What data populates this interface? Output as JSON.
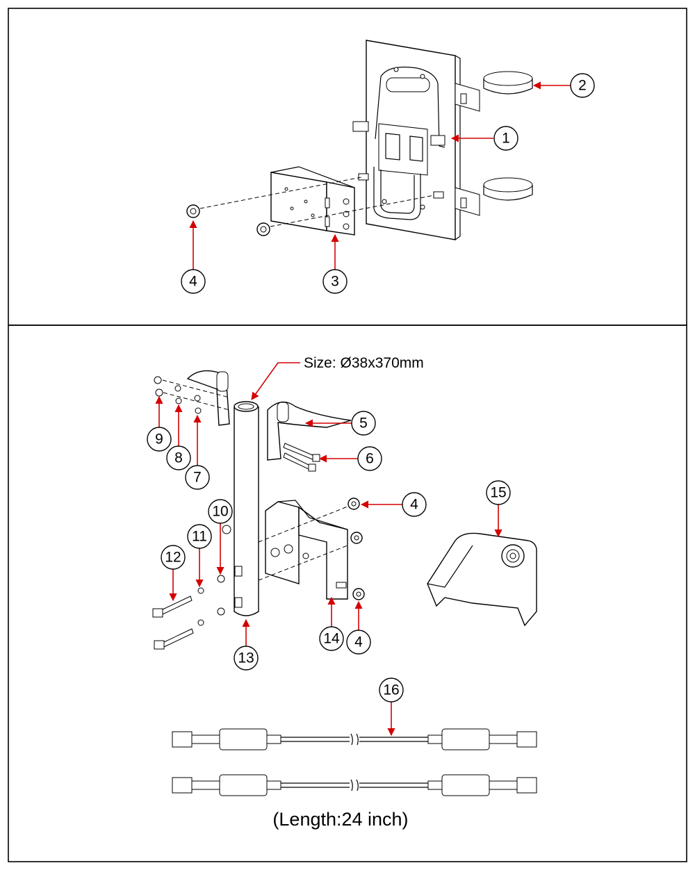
{
  "callouts": {
    "c1": "1",
    "c2": "2",
    "c3": "3",
    "c4a": "4",
    "c4b": "4",
    "c4c": "4",
    "c5": "5",
    "c6": "6",
    "c7": "7",
    "c8": "8",
    "c9": "9",
    "c10": "10",
    "c11": "11",
    "c12": "12",
    "c13": "13",
    "c14": "14",
    "c15": "15",
    "c16": "16"
  },
  "labels": {
    "pole_size": "Size: Ø38x370mm",
    "cable_length": "(Length:24 inch)"
  },
  "colors": {
    "leader": "#d40000",
    "outline": "#000000"
  }
}
